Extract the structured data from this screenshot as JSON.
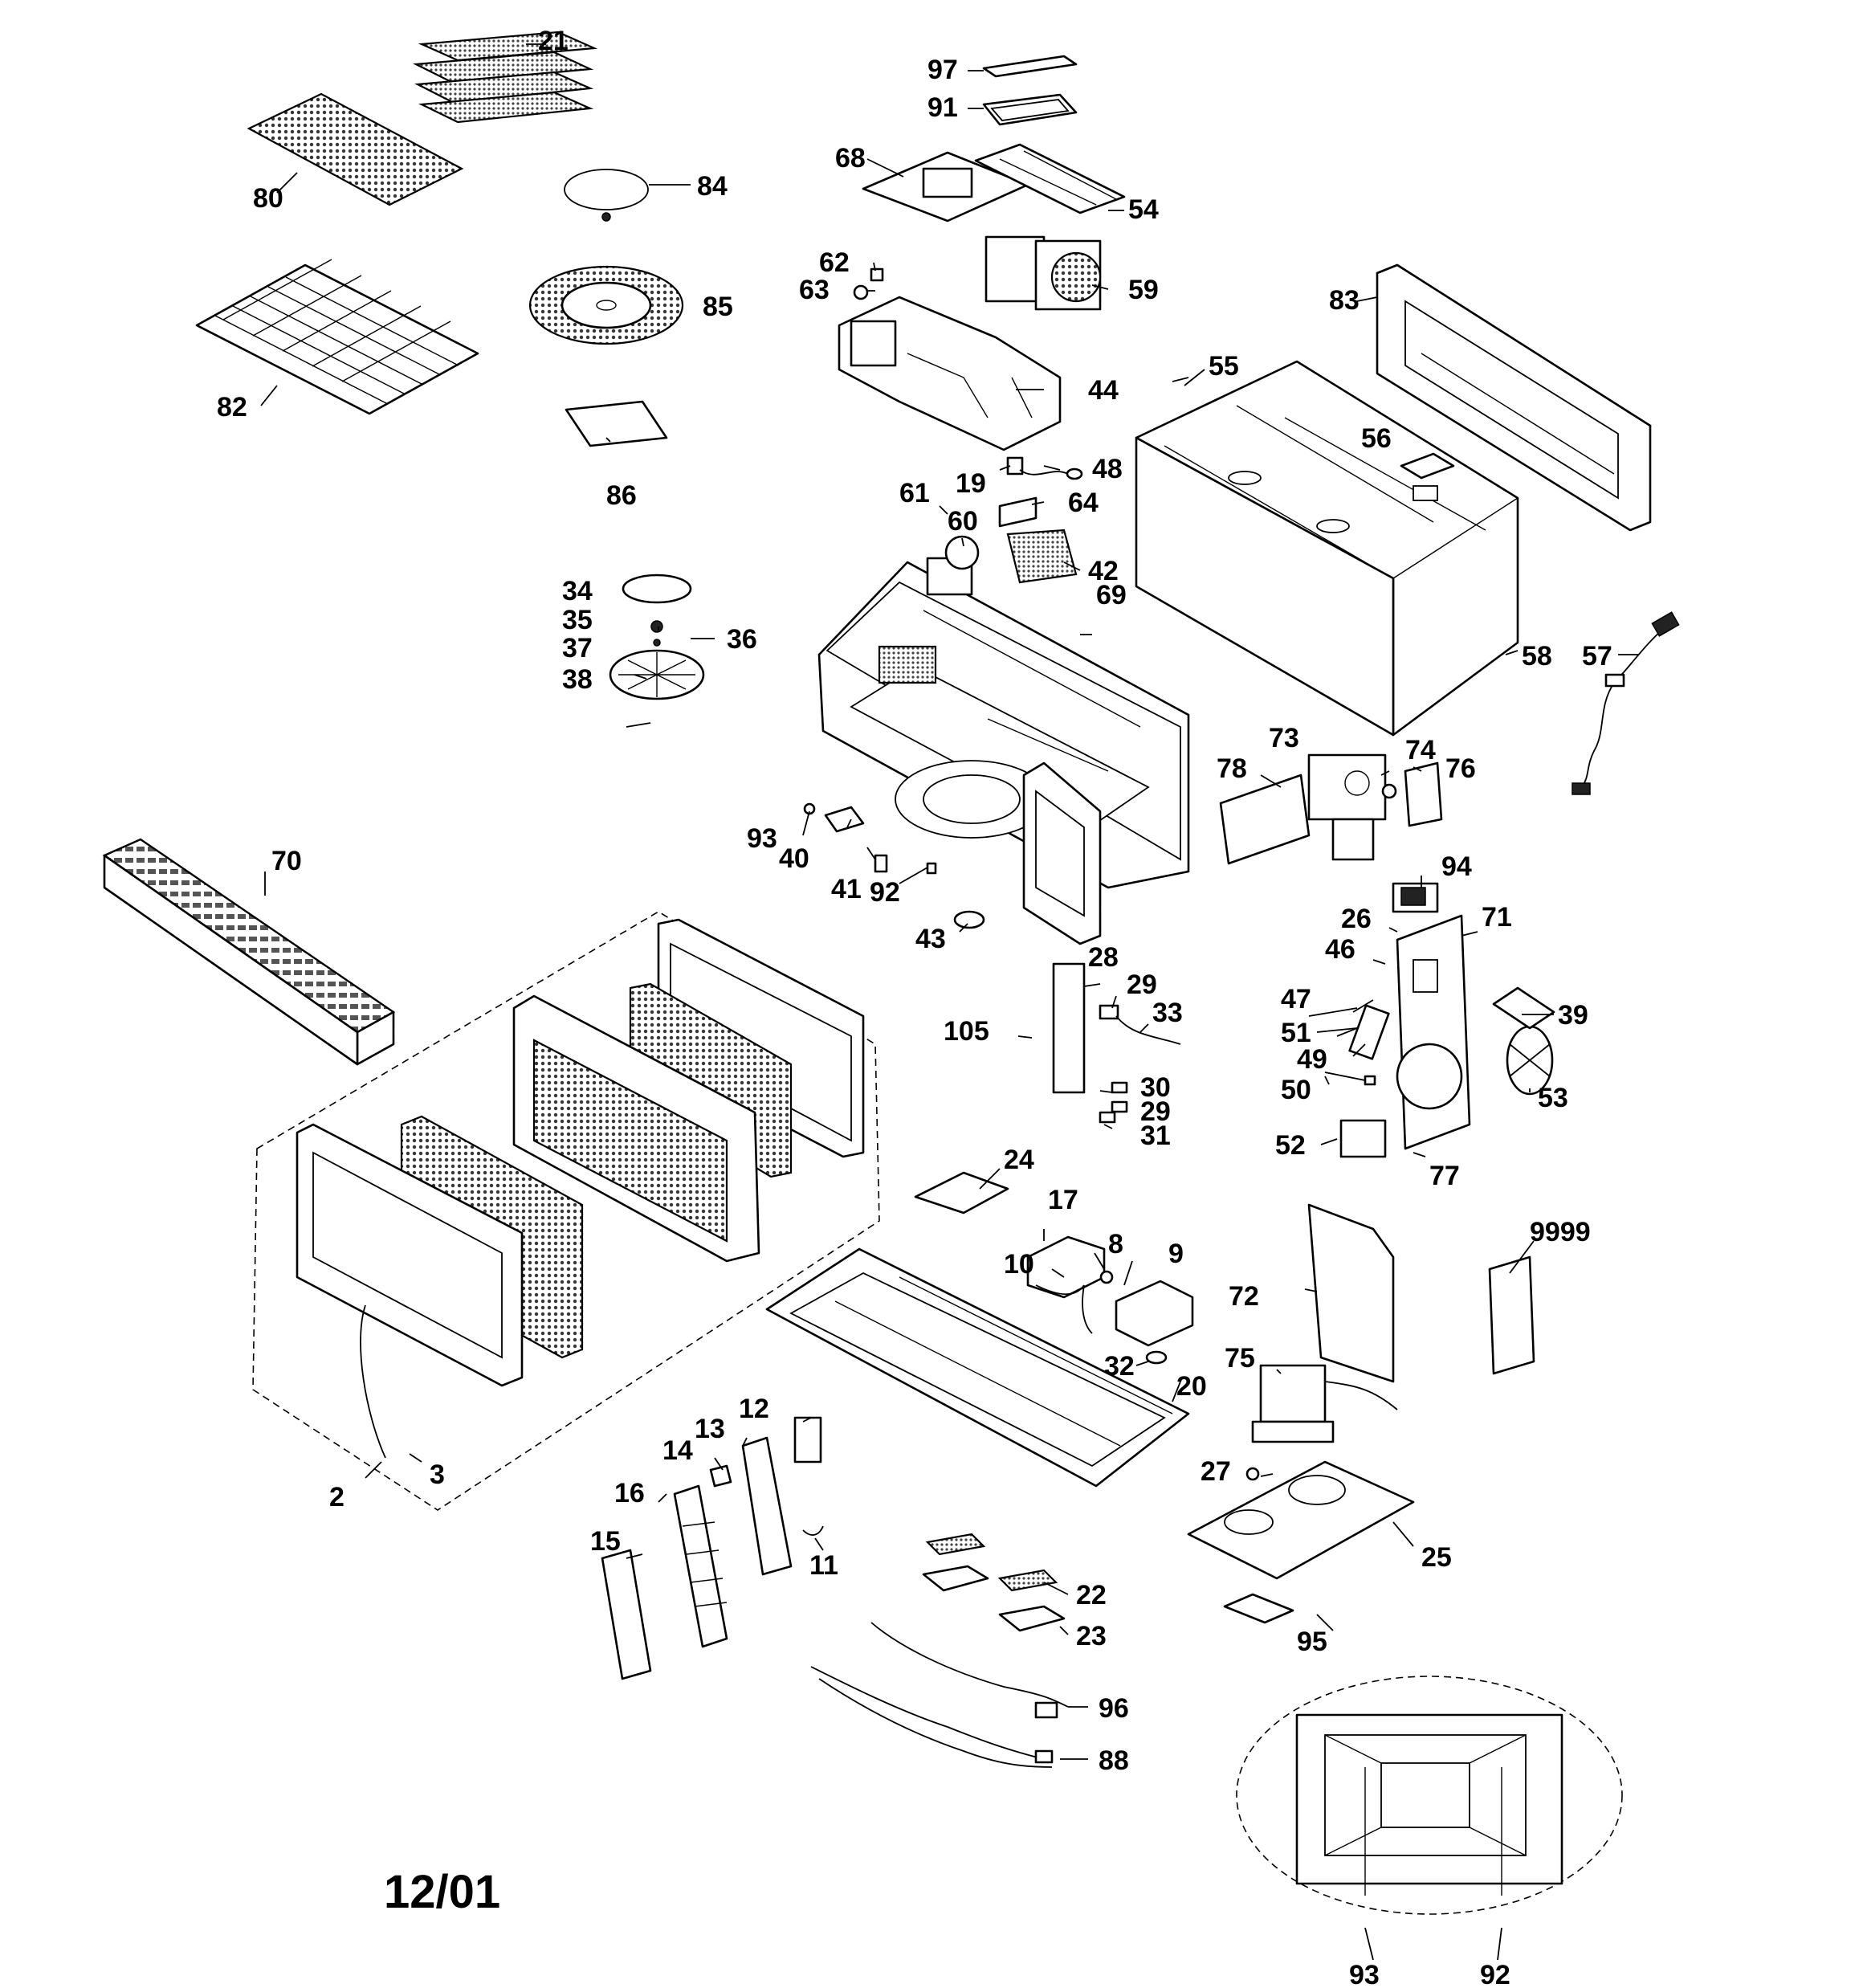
{
  "diagram": {
    "date_code": "12/01",
    "callouts": [
      "21",
      "97",
      "91",
      "80",
      "84",
      "68",
      "54",
      "62",
      "63",
      "59",
      "85",
      "82",
      "83",
      "44",
      "55",
      "56",
      "48",
      "19",
      "86",
      "61",
      "64",
      "60",
      "42",
      "34",
      "69",
      "35",
      "36",
      "37",
      "38",
      "58",
      "57",
      "73",
      "74",
      "76",
      "78",
      "93",
      "40",
      "41",
      "92",
      "43",
      "70",
      "94",
      "26",
      "71",
      "46",
      "28",
      "29",
      "33",
      "105",
      "47",
      "39",
      "51",
      "49",
      "50",
      "30",
      "29",
      "31",
      "53",
      "52",
      "77",
      "24",
      "17",
      "8",
      "9",
      "10",
      "9999",
      "72",
      "32",
      "20",
      "75",
      "12",
      "13",
      "14",
      "27",
      "3",
      "2",
      "16",
      "11",
      "25",
      "15",
      "22",
      "23",
      "95",
      "96",
      "88",
      "93",
      "92"
    ]
  }
}
